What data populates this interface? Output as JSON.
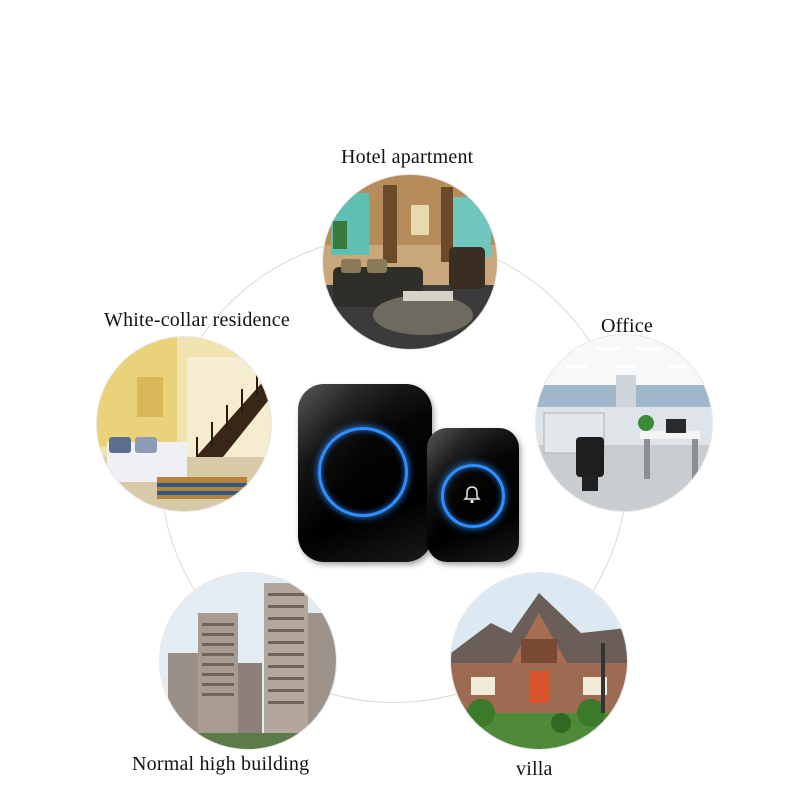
{
  "labels": {
    "hotel": "Hotel apartment",
    "residence": "White-collar residence",
    "office": "Office",
    "building": "Normal high building",
    "villa": "villa"
  },
  "colors": {
    "ring": "#d9d9d9",
    "device_body": "#000000",
    "led_ring": "#2f8fff"
  },
  "icons": {
    "receiver_button": "bell-icon"
  }
}
